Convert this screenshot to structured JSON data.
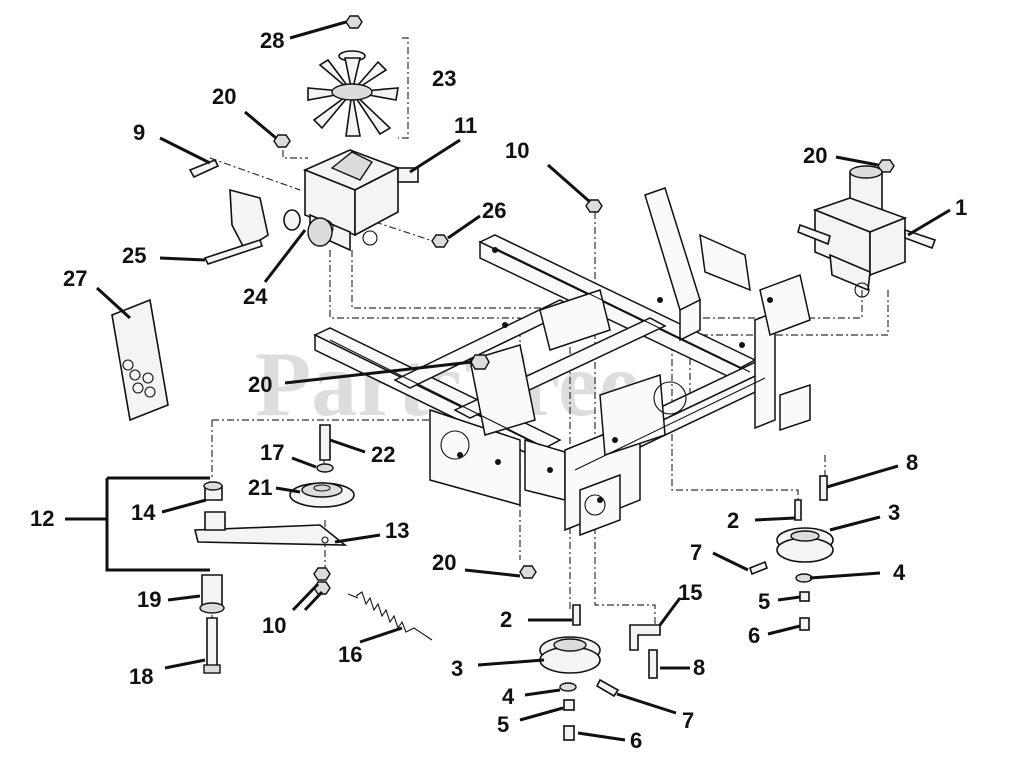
{
  "watermark": "PartsTree",
  "labels": {
    "l1": "1",
    "l2a": "2",
    "l2b": "2",
    "l3a": "3",
    "l3b": "3",
    "l4a": "4",
    "l4b": "4",
    "l5a": "5",
    "l5b": "5",
    "l6a": "6",
    "l6b": "6",
    "l7a": "7",
    "l7b": "7",
    "l8a": "8",
    "l8b": "8",
    "l9": "9",
    "l10a": "10",
    "l10b": "10",
    "l11": "11",
    "l12": "12",
    "l13": "13",
    "l14": "14",
    "l15": "15",
    "l16": "16",
    "l17": "17",
    "l18": "18",
    "l19": "19",
    "l20a": "20",
    "l20b": "20",
    "l20c": "20",
    "l20d": "20",
    "l21": "21",
    "l22": "22",
    "l23": "23",
    "l24": "24",
    "l25": "25",
    "l26": "26",
    "l27": "27",
    "l28": "28"
  }
}
